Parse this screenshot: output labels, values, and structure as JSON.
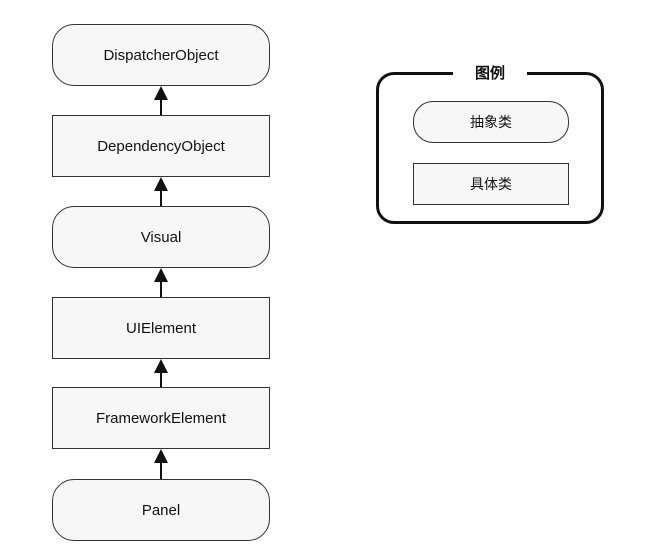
{
  "diagram": {
    "nodes": [
      {
        "label": "DispatcherObject",
        "kind": "abstract"
      },
      {
        "label": "DependencyObject",
        "kind": "concrete"
      },
      {
        "label": "Visual",
        "kind": "abstract"
      },
      {
        "label": "UIElement",
        "kind": "concrete"
      },
      {
        "label": "FrameworkElement",
        "kind": "concrete"
      },
      {
        "label": "Panel",
        "kind": "abstract"
      }
    ],
    "edges": [
      {
        "from": "DependencyObject",
        "to": "DispatcherObject"
      },
      {
        "from": "Visual",
        "to": "DependencyObject"
      },
      {
        "from": "UIElement",
        "to": "Visual"
      },
      {
        "from": "FrameworkElement",
        "to": "UIElement"
      },
      {
        "from": "Panel",
        "to": "FrameworkElement"
      }
    ]
  },
  "legend": {
    "title": "图例",
    "abstract_label": "抽象类",
    "concrete_label": "具体类"
  }
}
